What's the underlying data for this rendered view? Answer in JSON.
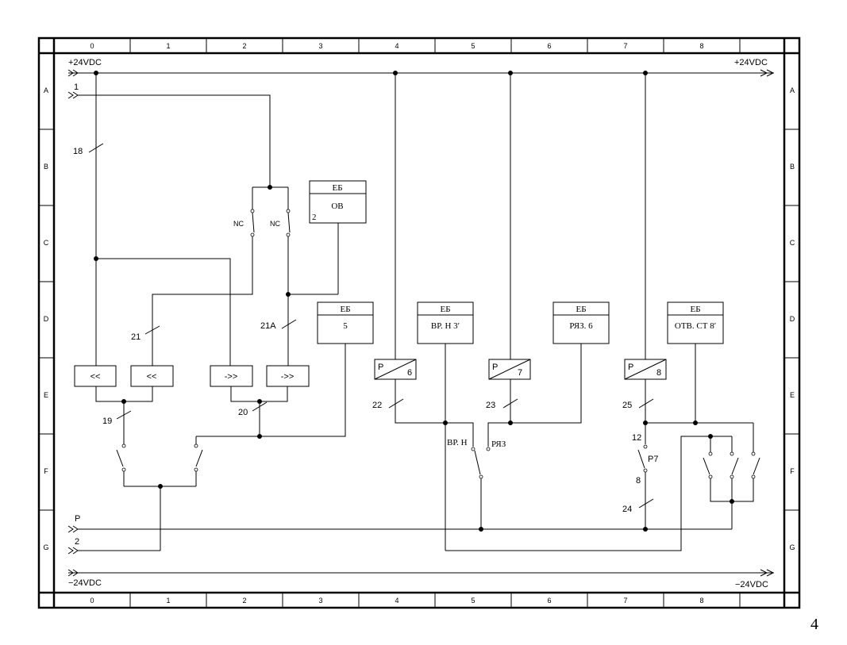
{
  "page_number": "4",
  "frame": {
    "columns": [
      "0",
      "1",
      "2",
      "3",
      "4",
      "5",
      "6",
      "7",
      "8"
    ],
    "rows": [
      "A",
      "B",
      "C",
      "D",
      "E",
      "F",
      "G"
    ]
  },
  "rails": {
    "plus_left": "+24VDC",
    "plus_right": "+24VDC",
    "minus_left": "−24VDC",
    "minus_right": "−24VDC"
  },
  "inputs": {
    "in1": "1",
    "p": "P",
    "in2": "2"
  },
  "wires": {
    "w18": "18",
    "w19": "19",
    "w20": "20",
    "w21": "21",
    "w21a": "21A",
    "w22": "22",
    "w23": "23",
    "w24": "24",
    "w25": "25"
  },
  "contacts": {
    "nc1": "NC",
    "nc2": "NC",
    "vrn": "ВР. Н",
    "ryaz": "РЯЗ",
    "c12": "12",
    "p7": "P7",
    "c8": "8"
  },
  "blocks": {
    "ov": {
      "head": "ЕБ",
      "body": "ОВ",
      "num": "2"
    },
    "b5": {
      "head": "ЕБ",
      "body": "5"
    },
    "vrn3": {
      "head": "ЕБ",
      "body": "ВР. Н  3ʹ"
    },
    "ryaz6": {
      "head": "ЕБ",
      "body": "РЯЗ.  6"
    },
    "otv8": {
      "head": "ЕБ",
      "body": "ОТВ. СТ 8ʹ"
    }
  },
  "relays": {
    "r6": {
      "p": "P",
      "n": "6"
    },
    "r7": {
      "p": "P",
      "n": "7"
    },
    "r8": {
      "p": "P",
      "n": "8"
    }
  },
  "arrow_boxes": {
    "a1": "<<",
    "a2": "<<",
    "a3": "->>",
    "a4": "->>"
  }
}
